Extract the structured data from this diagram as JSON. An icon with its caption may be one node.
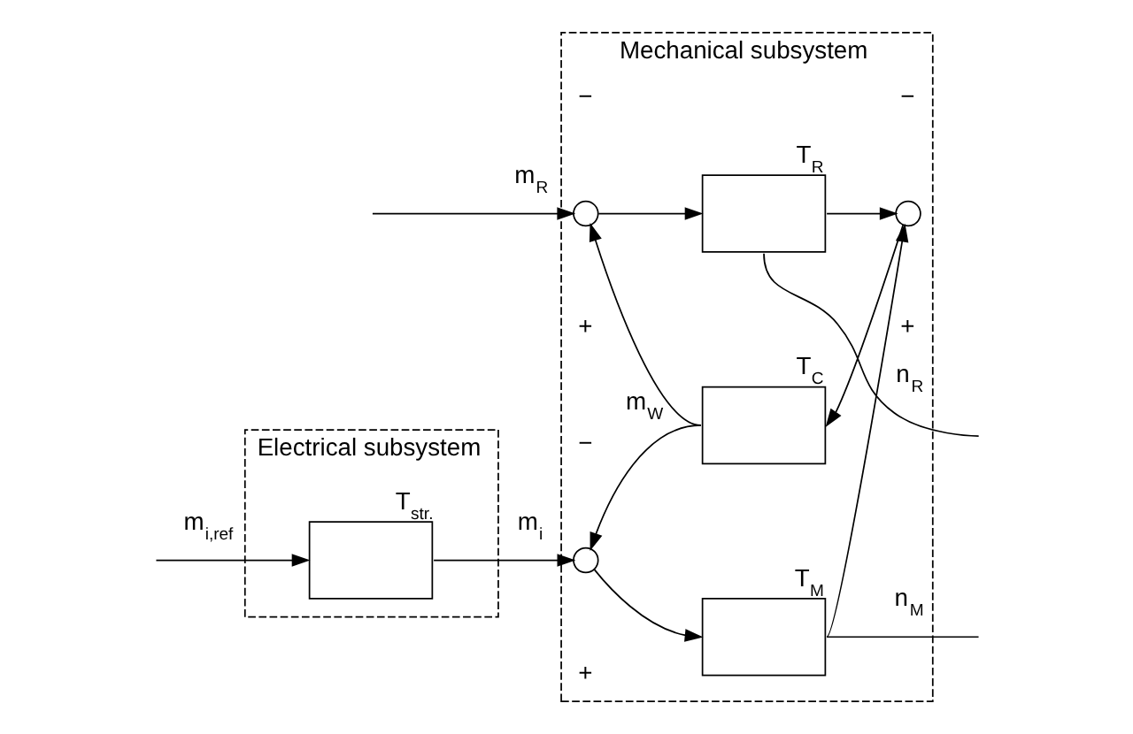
{
  "diagram": {
    "nodes": [
      {
        "text": [
          "Electrical subsystem"
        ]
      },
      {
        "text": [
          "T$_{str.}$"
        ],
        "in": 0
      },
      {
        "text": [
          "Mechanical subsystem"
        ]
      },
      {
        "text": [],
        "shape": "circle",
        "in": 2
      },
      {
        "text": [
          "T$_{M}$"
        ],
        "in": 2
      },
      {
        "text": [
          "T$_{C}$"
        ],
        "in": 2
      },
      {
        "text": [],
        "shape": "circle",
        "in": 2
      },
      {
        "text": [
          "T$_{R}$"
        ],
        "in": 2
      },
      {
        "text": [],
        "shape": "circle",
        "in": 2
      }
    ],
    "edges": [
      {
        "from": null,
        "to": 1,
        "arrow": "to",
        "label": "m$_{i,ref}$"
      },
      {
        "from": 1,
        "to": 3,
        "arrow": "to",
        "label": "m$_{i}$"
      },
      {
        "from": 3,
        "to": 4,
        "arrow": "to"
      },
      {
        "from": 4,
        "to": null,
        "arrow": "none",
        "label": "n$_{M}$"
      },
      {
        "from": 4,
        "to": 6,
        "arrow": "to"
      },
      {
        "from": 6,
        "to": 5,
        "arrow": "to"
      },
      {
        "from": 5,
        "to": 3,
        "arrow": "to",
        "label": "m$_{W}$"
      },
      {
        "from": 5,
        "to": 8,
        "arrow": "to"
      },
      {
        "from": null,
        "to": 8,
        "arrow": "to",
        "label": "m$_{R}$"
      },
      {
        "from": 8,
        "to": 7,
        "arrow": "to"
      },
      {
        "from": 7,
        "to": null,
        "arrow": "none",
        "label": "n$_{R}$"
      },
      {
        "from": 7,
        "to": 6,
        "arrow": "to"
      }
    ],
    "labels": [
      "+",
      "−",
      "+",
      "−",
      "+",
      "−"
    ]
  }
}
